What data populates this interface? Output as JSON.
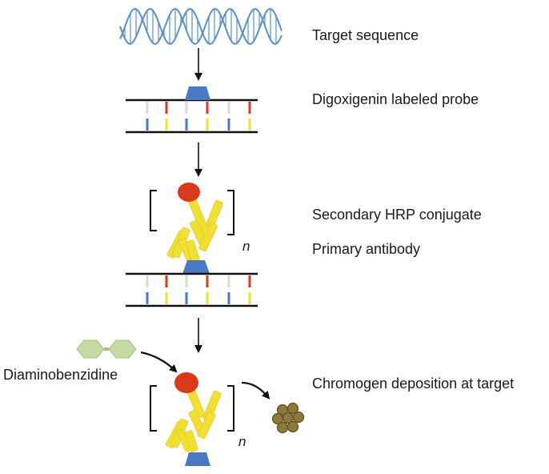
{
  "labels": {
    "target_sequence": "Target sequence",
    "probe": "Digoxigenin labeled probe",
    "secondary": "Secondary HRP conjugate",
    "primary": "Primary antibody",
    "substrate": "Diaminobenzidine",
    "chromogen": "Chromogen deposition at target",
    "repeat_n": "n"
  },
  "colors": {
    "dna_helix": "#5b8fc7",
    "probe_tag": "#4a78c2",
    "hrp_enzyme": "#d93a1c",
    "antibody": "#f2df33",
    "substrate_hex": "#c7d9a3",
    "chromogen_dots": "#8a7a3c",
    "strand": "#111111"
  }
}
